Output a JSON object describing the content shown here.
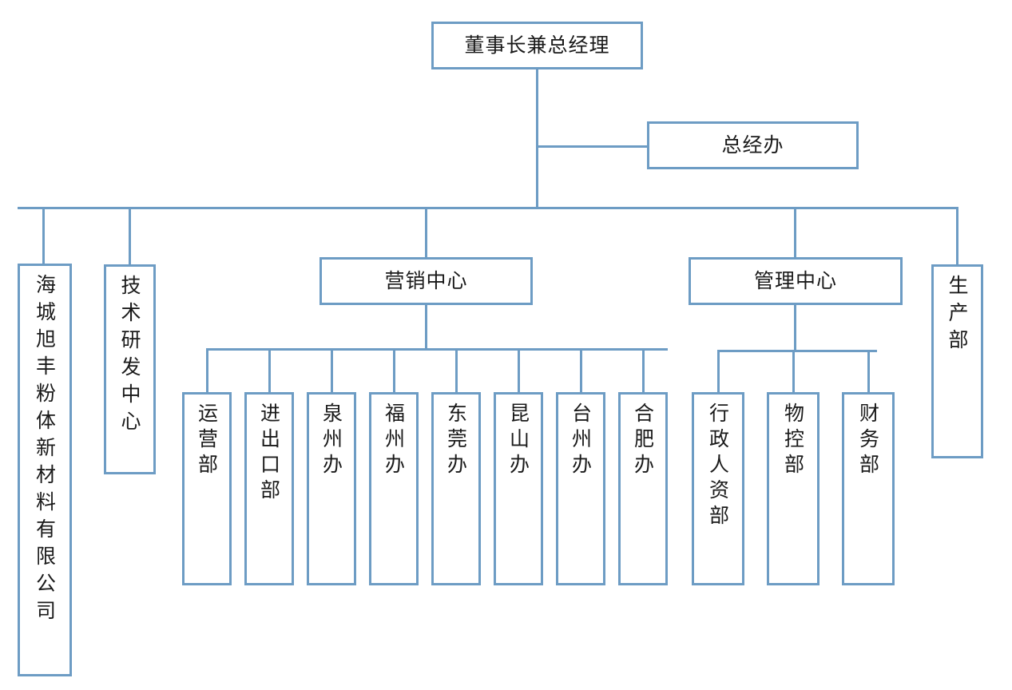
{
  "meta": {
    "title": "组织架构图",
    "line_color": "#6d9cc4",
    "box_fill": "#ffffff",
    "text_color": "#1a1a1a"
  },
  "nodes": {
    "chairman": {
      "label": "董事长兼总经理"
    },
    "gm_office": {
      "label": "总经办"
    },
    "company": {
      "label": "海城旭丰粉体新材料有限公司"
    },
    "rnd_center": {
      "label": "技术研发中心"
    },
    "marketing_center": {
      "label": "营销中心"
    },
    "management_center": {
      "label": "管理中心"
    },
    "production_dept": {
      "label": "生产部"
    }
  },
  "marketing_children": [
    {
      "label": "运营部"
    },
    {
      "label": "进出口部"
    },
    {
      "label": "泉州办"
    },
    {
      "label": "福州办"
    },
    {
      "label": "东莞办"
    },
    {
      "label": "昆山办"
    },
    {
      "label": "台州办"
    },
    {
      "label": "合肥办"
    }
  ],
  "management_children": [
    {
      "label": "行政人资部"
    },
    {
      "label": "物控部"
    },
    {
      "label": "财务部"
    }
  ]
}
